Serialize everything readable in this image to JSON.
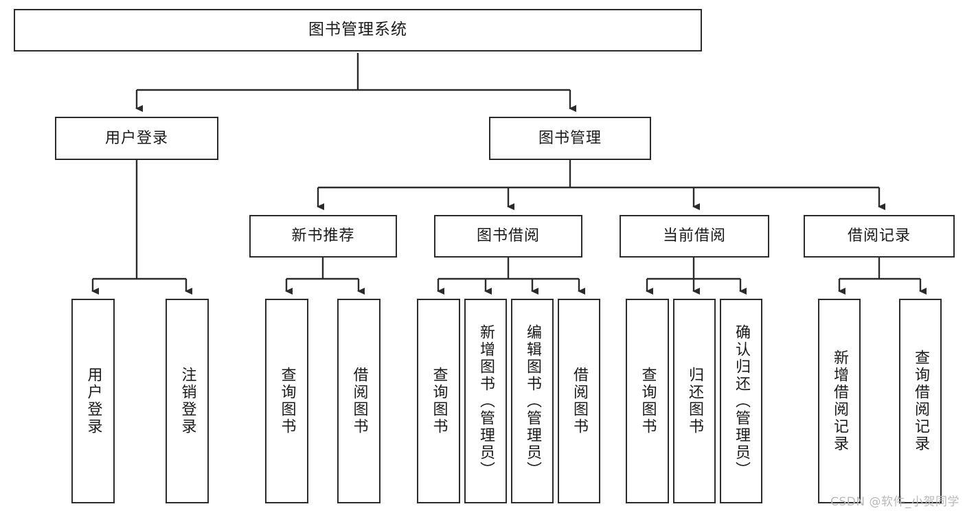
{
  "diagram": {
    "title": "图书管理系统",
    "watermark": "CSDN @软件_小贺同学",
    "edge_color": "#2b2b2b",
    "node_border_color": "#2b2b2b",
    "node_fill_color": "#ffffff",
    "background_color": "#ffffff",
    "levels": {
      "root": {
        "label": "图书管理系统"
      },
      "level2": [
        {
          "label": "用户登录"
        },
        {
          "label": "图书管理"
        }
      ],
      "level3": [
        {
          "label": "新书推荐"
        },
        {
          "label": "图书借阅"
        },
        {
          "label": "当前借阅"
        },
        {
          "label": "借阅记录"
        }
      ],
      "leaves": [
        {
          "label": "用户登录",
          "parent": "用户登录"
        },
        {
          "label": "注销登录",
          "parent": "用户登录"
        },
        {
          "label": "查询图书",
          "parent": "新书推荐"
        },
        {
          "label": "借阅图书",
          "parent": "新书推荐"
        },
        {
          "label": "查询图书",
          "parent": "图书借阅"
        },
        {
          "label": "新增图书（管理员）",
          "parent": "图书借阅"
        },
        {
          "label": "编辑图书（管理员）",
          "parent": "图书借阅"
        },
        {
          "label": "借阅图书",
          "parent": "图书借阅"
        },
        {
          "label": "查询图书",
          "parent": "当前借阅"
        },
        {
          "label": "归还图书",
          "parent": "当前借阅"
        },
        {
          "label": "确认归还（管理员）",
          "parent": "当前借阅"
        },
        {
          "label": "新增借阅记录",
          "parent": "借阅记录"
        },
        {
          "label": "查询借阅记录",
          "parent": "借阅记录"
        }
      ]
    }
  }
}
